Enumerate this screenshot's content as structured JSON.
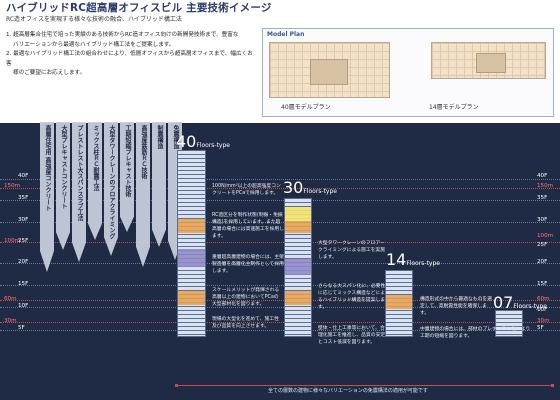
{
  "header": {
    "title": "ハイブリッドRC超高層オフィスビル 主要技術イメージ",
    "subtitle": "RC造オフィスを実現する様々な技術の融合、ハイブリッド構工法"
  },
  "intro": {
    "line1": "1. 超高層集合住宅で培った実績のある技術からRC造オフィス向けの新開発技術まで、豊富な",
    "line2": "バリエーションから最適なハイブリッド構工法をご提案します。",
    "line3": "2. 最適なハイブリッド構工法の組合わせにより、低層オフィスから超高層オフィスまで、幅広くお客",
    "line4": "様のご要望にお応えします。"
  },
  "model_plan": {
    "label": "Model Plan",
    "caption_40": "40層モデルプラン",
    "caption_14": "14層モデルプラン"
  },
  "floor_labels": {
    "left": [
      "40F",
      "35F",
      "30F",
      "25F",
      "20F",
      "15F",
      "10F",
      "5F"
    ],
    "left_heights": [
      "150m",
      "100m",
      "60m",
      "30m"
    ],
    "right": [
      "40F",
      "35F",
      "30F",
      "25F",
      "20F",
      "15F",
      "10F",
      "5F"
    ],
    "right_heights": [
      "150m",
      "100m",
      "60m",
      "30m"
    ]
  },
  "technologies": [
    "高層住宅用 高強度コンクリート",
    "大型プレキャストコンクリート",
    "プレストレスト大スパンスラブ工法",
    "ミックス柱ＲＣ耐震工法",
    "大型タワークレーンのフロアクライミング",
    "工期短縮プレキャスト技術",
    "高強度鉄筋ＲＣ技術",
    "制震構造",
    "免震構造"
  ],
  "buildings": {
    "b40": {
      "floors": "40",
      "suffix": "Floors-type"
    },
    "b30": {
      "floors": "30",
      "suffix": "Floors-type"
    },
    "b14": {
      "floors": "14",
      "suffix": "Floors-type"
    },
    "b07": {
      "floors": "07",
      "suffix": "Floors-type"
    }
  },
  "notes": {
    "n1": "100N/mm²以上の超高強度コンクリートをPCaで採用します。",
    "n2": "RC造区分を制作状態(制振・免振構造)を採用しています。また超高層の場合には高速施工を採用します。",
    "n3": "重層超高層建物の場合には、主架製造層を高層化主制作として採用します。",
    "n4": "スケールメリットが発揮される高層以上の建物においてPCaの大型部材化を図ります。",
    "n5": "現場の大型化を進めて、施工性及び品質を向上させます。",
    "n6": "大型タワークレーンのフロアークライミングによる施工を実施します。",
    "n7": "さらなる大スパン化に、必要性に応じてミックス構造などによるハイブリッド構造を提案します。",
    "n8": "壁体・仕上工事等において、合理化施工を推進し、品質の安定とコスト低減を図ります。",
    "n9": "構造形式の中から最適なものを選定して、高耐震性能を確保します。",
    "n10": "中層建物の場合には、部材のプレキャスト化により工期の短縮を図ります。"
  },
  "bottom_note": "全ての層数の建物に様々なバリエーションの免震構法の適用が可能です",
  "colors": {
    "panel": "#1f2a44",
    "accent_red": "#c0504d",
    "zone_orange": "#e8a04a",
    "zone_blue": "#8e86c8",
    "zone_yellow": "#f4e36a"
  }
}
